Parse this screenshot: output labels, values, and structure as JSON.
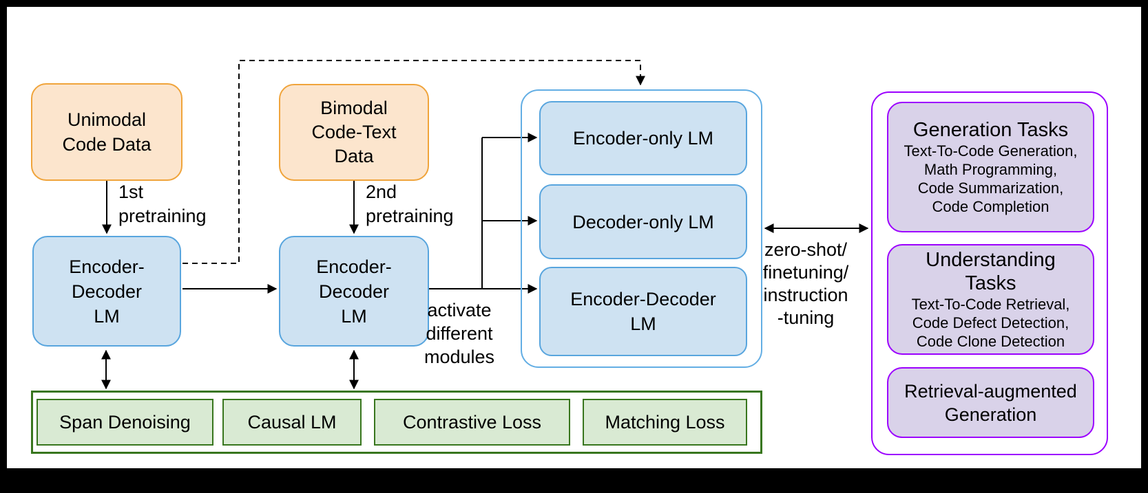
{
  "colors": {
    "frame": "#000000",
    "canvas": "#ffffff",
    "orange_fill": "#FCE5CD",
    "orange_border": "#F0A43B",
    "blue_fill": "#CEE2F2",
    "blue_border": "#58A5DE",
    "green_fill": "#D9EAD3",
    "green_border": "#38761D",
    "purple_fill": "#D9D2E9",
    "purple_border": "#9C00FF",
    "line": "#000000"
  },
  "data_boxes": {
    "unimodal": "Unimodal\nCode Data",
    "bimodal": "Bimodal\nCode-Text\nData"
  },
  "pretrain_models": {
    "first": "Encoder-\nDecoder\nLM",
    "second": "Encoder-\nDecoder\nLM"
  },
  "edge_labels": {
    "first_pretraining": "1st\npretraining",
    "second_pretraining": "2nd\npretraining",
    "activate_modules": "activate\ndifferent\nmodules",
    "adaptation": "zero-shot/\nfinetuning/\ninstruction\n-tuning"
  },
  "module_panel": {
    "encoder_only": "Encoder-only LM",
    "decoder_only": "Decoder-only LM",
    "encoder_decoder": "Encoder-Decoder\nLM"
  },
  "objectives": [
    "Span Denoising",
    "Causal LM",
    "Contrastive Loss",
    "Matching Loss"
  ],
  "task_panel": {
    "generation": {
      "title": "Generation Tasks",
      "items": "Text-To-Code Generation,\nMath Programming,\nCode Summarization,\nCode Completion"
    },
    "understanding": {
      "title": "Understanding\nTasks",
      "items": "Text-To-Code Retrieval,\nCode Defect Detection,\nCode Clone Detection"
    },
    "retrieval": {
      "title": "Retrieval-augmented\nGeneration"
    }
  }
}
